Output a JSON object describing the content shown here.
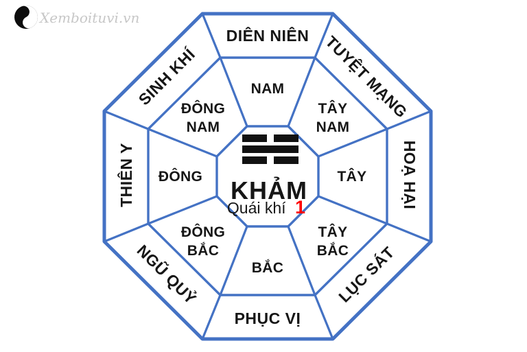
{
  "colors": {
    "line_blue": "#4472c4",
    "text_black": "#161616",
    "number_red": "#ff0000",
    "watermark_gray": "#c7c7c7"
  },
  "watermark": {
    "text": "Xemboituvi.vn"
  },
  "outer_ring": {
    "top": "DIÊN NIÊN",
    "top_right": "TUYỆT MẠNG",
    "right": "HOẠ HẠI",
    "bottom_right": "LỤC SÁT",
    "bottom": "PHỤC VỊ",
    "bottom_left": "NGŨ QUỶ",
    "left": "THIÊN Y",
    "top_left": "SINH KHÍ"
  },
  "middle_ring": {
    "top": "NAM",
    "top_right": [
      "TÂY",
      "NAM"
    ],
    "right": "TÂY",
    "bottom_right": [
      "TÂY",
      "BẮC"
    ],
    "bottom": "BẮC",
    "bottom_left": [
      "ĐÔNG",
      "BẮC"
    ],
    "left": "ĐÔNG",
    "top_left": [
      "ĐÔNG",
      "NAM"
    ]
  },
  "center": {
    "trigram": "khảm ☵ broken-solid-broken",
    "name": "KHẢM",
    "subtitle": "Quái khí",
    "number": "1"
  }
}
